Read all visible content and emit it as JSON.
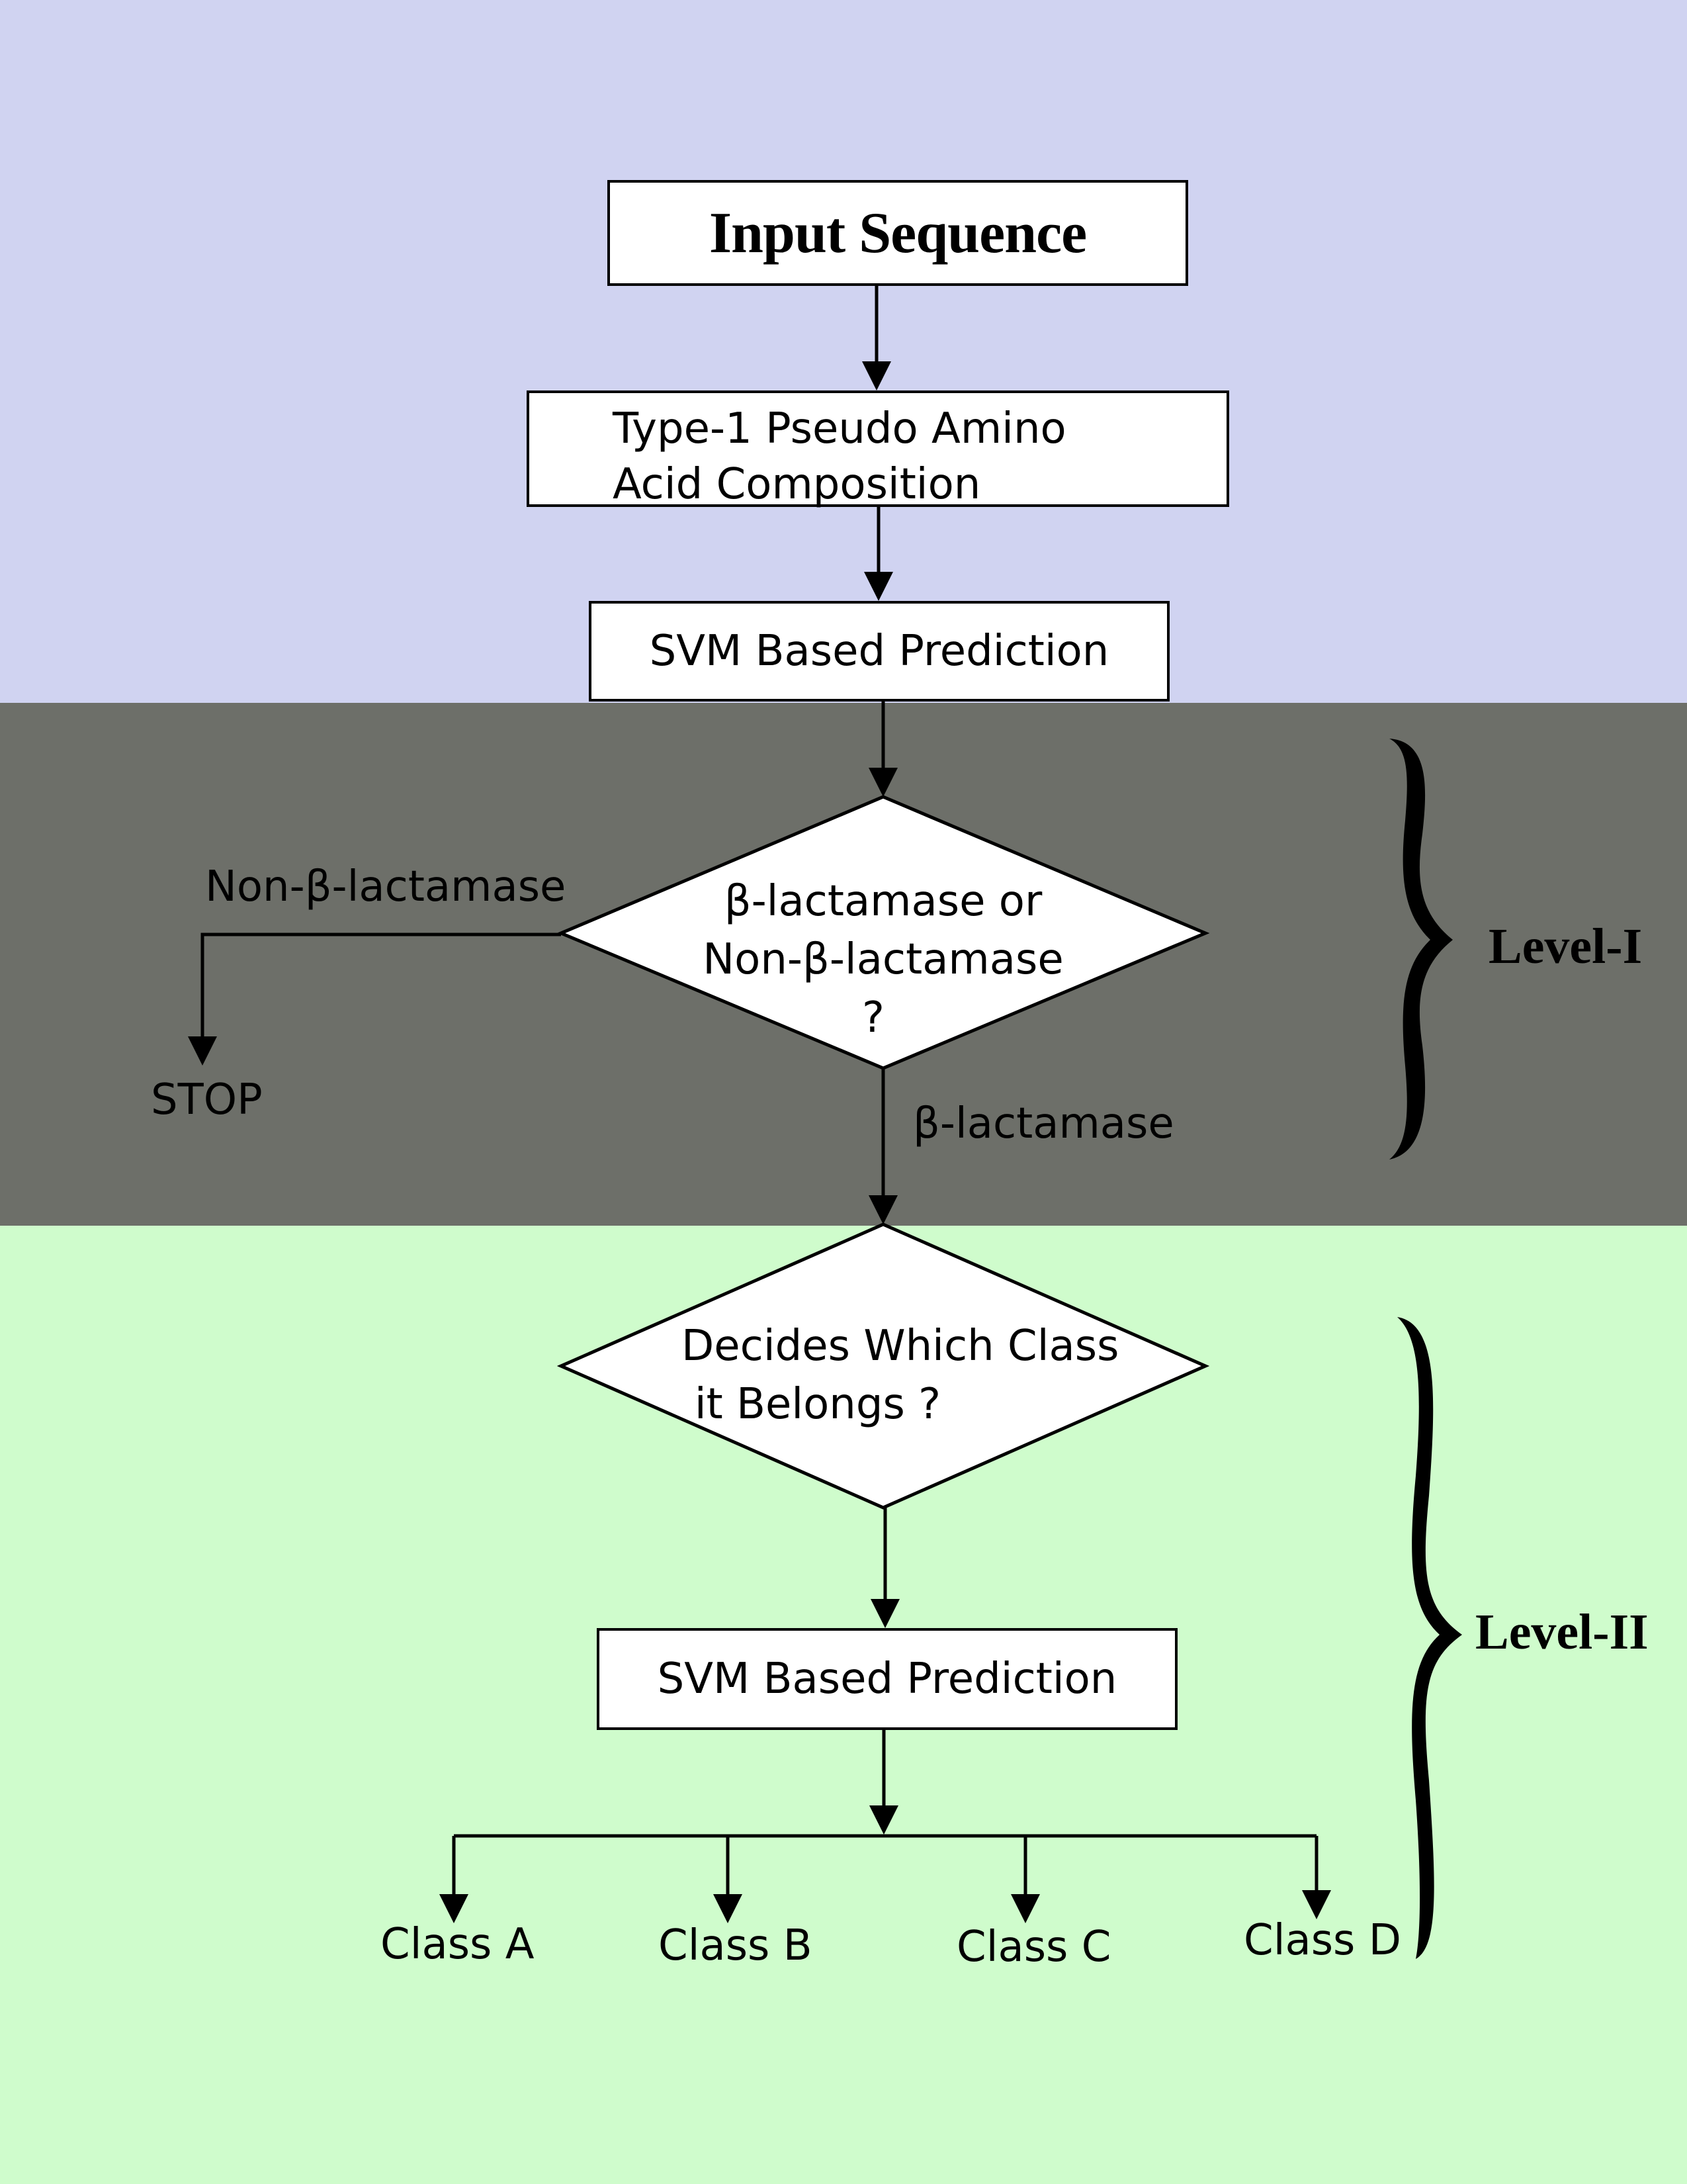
{
  "bands": {
    "top_color": "#d0d3f1",
    "middle_color": "#6d6f69",
    "bottom_color": "#cffccc"
  },
  "nodes": {
    "input_sequence": "Input Sequence",
    "pseaac_line1": "Type-1 Pseudo Amino",
    "pseaac_line2": "Acid Composition",
    "svm_level1": "SVM Based Prediction",
    "decision1_line1": "β-lactamase or",
    "decision1_line2": "Non-β-lactamase",
    "decision1_line3": "?",
    "decision2_line1": "Decides Which Class",
    "decision2_line2": "it Belongs ?",
    "svm_level2": "SVM Based Prediction"
  },
  "edges": {
    "no_label": "Non-β-lactamase",
    "yes_label": "β-lactamase",
    "stop": "STOP"
  },
  "classes": [
    "Class A",
    "Class B",
    "Class C",
    "Class D"
  ],
  "levels": {
    "level1": "Level-I",
    "level2": "Level-II"
  }
}
